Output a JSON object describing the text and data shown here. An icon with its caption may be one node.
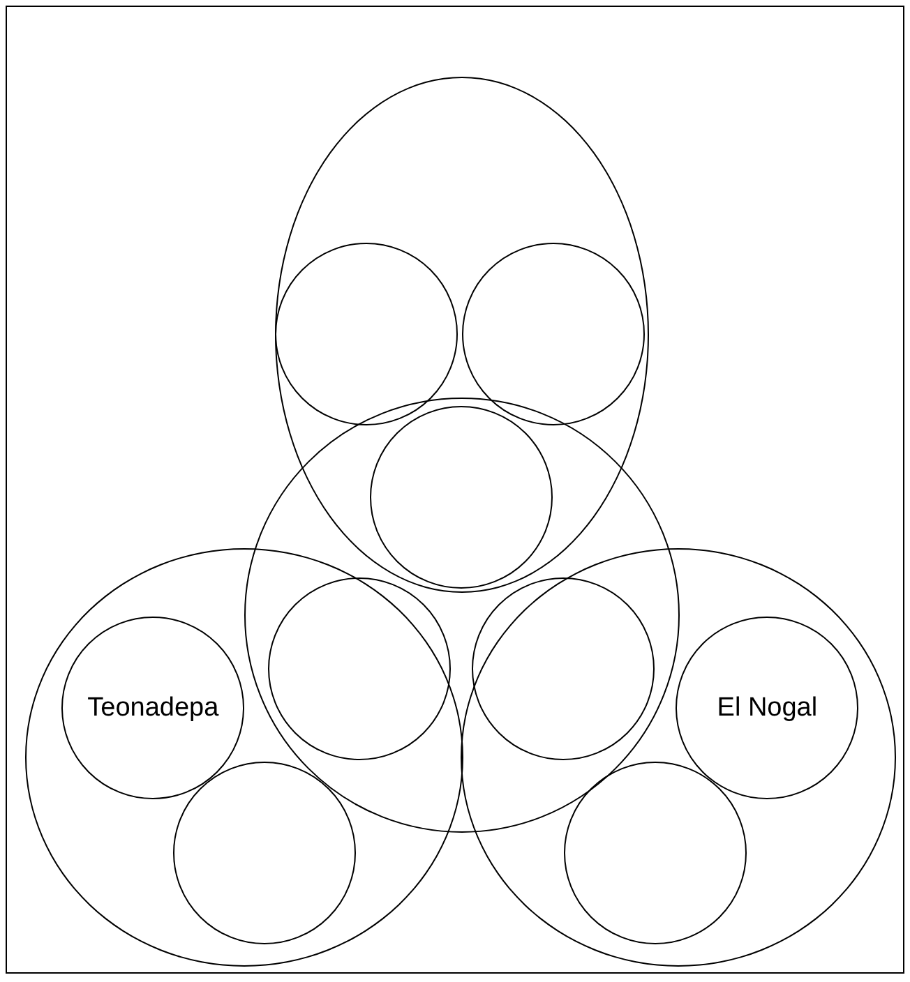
{
  "diagram": {
    "nodes": [
      {
        "text": [],
        "shape": "ellipse"
      },
      {
        "text": [],
        "shape": "circle",
        "in": 0
      },
      {
        "text": [],
        "shape": "circle",
        "in": 0
      },
      {
        "text": [],
        "shape": "circle"
      },
      {
        "text": [],
        "shape": "circle"
      },
      {
        "text": [],
        "shape": "ellipse"
      },
      {
        "text": [],
        "shape": "ellipse"
      },
      {
        "text": [],
        "shape": "circle"
      },
      {
        "text": [],
        "shape": "circle"
      },
      {
        "text": [
          "Teonadepa"
        ],
        "in": 5
      },
      {
        "text": [],
        "shape": "circle",
        "in": 5
      },
      {
        "text": [
          "El Nogal"
        ],
        "in": 6
      },
      {
        "text": [],
        "shape": "circle",
        "in": 6
      }
    ],
    "edges": []
  }
}
